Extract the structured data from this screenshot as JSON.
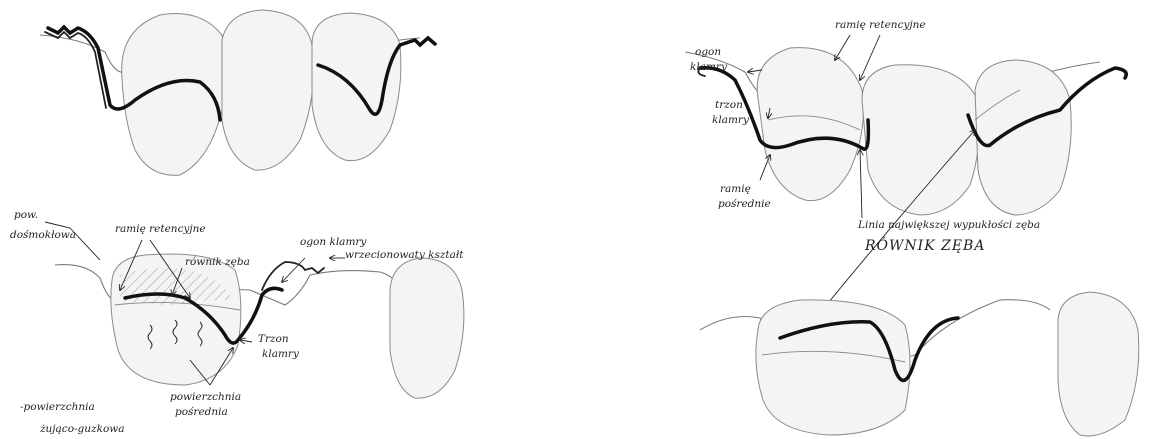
{
  "labels": {
    "pow_prefix": "pow.",
    "pow_name": "dośmokłowa",
    "ramie_retencyjne_left": "ramię retencyjne",
    "rownik_zeba_left": "równik zęba",
    "ogon_klamry_left": "ogon klamry",
    "wrzecionowaty_ksztalt": "wrzecionowaty kształt",
    "trzon_klamry_left_1": "Trzon",
    "trzon_klamry_left_2": "klamry",
    "powierzchnia_posrednia_1": "powierzchnia",
    "powierzchnia_posrednia_2": "pośrednia",
    "powierzchnia_zujaca_1": "-powierzchnia",
    "powierzchnia_zujaca_2": "żująco-guzkowa",
    "ramie_retencyjne_right": "ramię retencyjne",
    "ogon_klamry_right_1": "ogon",
    "ogon_klamry_right_2": "klamry",
    "trzon_klamry_right_1": "trzon",
    "trzon_klamry_right_2": "klamry",
    "ramie_posrednie_1": "ramię",
    "ramie_posrednie_2": "pośrednie",
    "linia_najwiekszej": "Linia największej wypukłości zęba",
    "rownik_zeba_right": "RÓWNIK ZĘBA"
  }
}
